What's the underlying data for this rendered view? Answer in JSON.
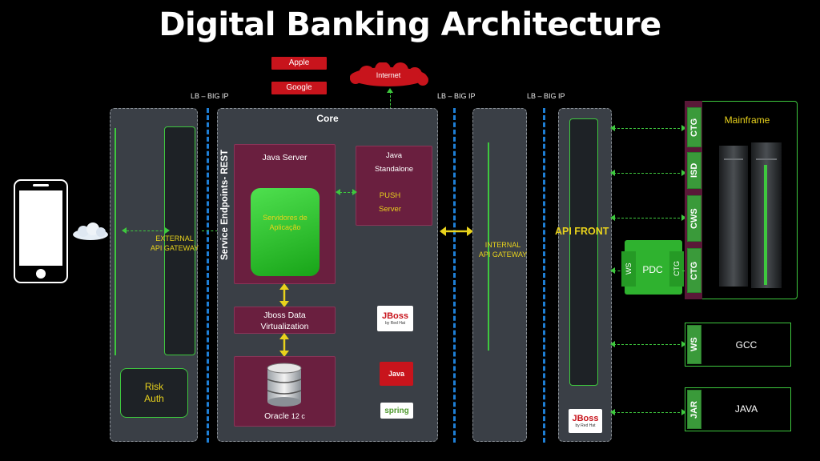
{
  "title": "Digital Banking Architecture",
  "store_tags": [
    "Apple",
    "Google"
  ],
  "internet_label": "Internet",
  "lb_labels": [
    "LB – BIG IP",
    "LB – BIG IP",
    "LB – BIG IP"
  ],
  "external_gateway": "EXTERNAL\nAPI GATEWAY",
  "risk_auth": "Risk\nAuth",
  "service_endpoints": "Service Endpoints- REST",
  "core": {
    "title": "Core",
    "java_server": "Java Server",
    "app_servers": "Servidores de\nAplicação",
    "java_standalone": "Java\nStandalone",
    "push_server": "PUSH\nServer",
    "jboss_dv": "Jboss Data\nVirtualization",
    "oracle_label": "Oracle",
    "oracle_version": "12 c"
  },
  "internal_gateway": "INTERNAL\nAPI GATEWAY",
  "api_front": "API FRONT",
  "mainframe": {
    "title": "Mainframe",
    "strips": [
      "CTG",
      "ISD",
      "CWS",
      "CTG"
    ]
  },
  "pdc": {
    "label": "PDC",
    "left": "WS",
    "right": "CTG"
  },
  "gcc": {
    "strip": "WS",
    "label": "GCC"
  },
  "java_box": {
    "strip": "JAR",
    "label": "JAVA"
  },
  "logos": {
    "jboss": "JBoss",
    "jboss_sub": "by Red Hat",
    "java": "Java",
    "spring": "spring"
  },
  "colors": {
    "accent_green": "#3ec83e",
    "lb_blue": "#1e7fd6",
    "maroon": "#6a1f3f",
    "yellow": "#e8d21c",
    "red": "#c8141c"
  }
}
